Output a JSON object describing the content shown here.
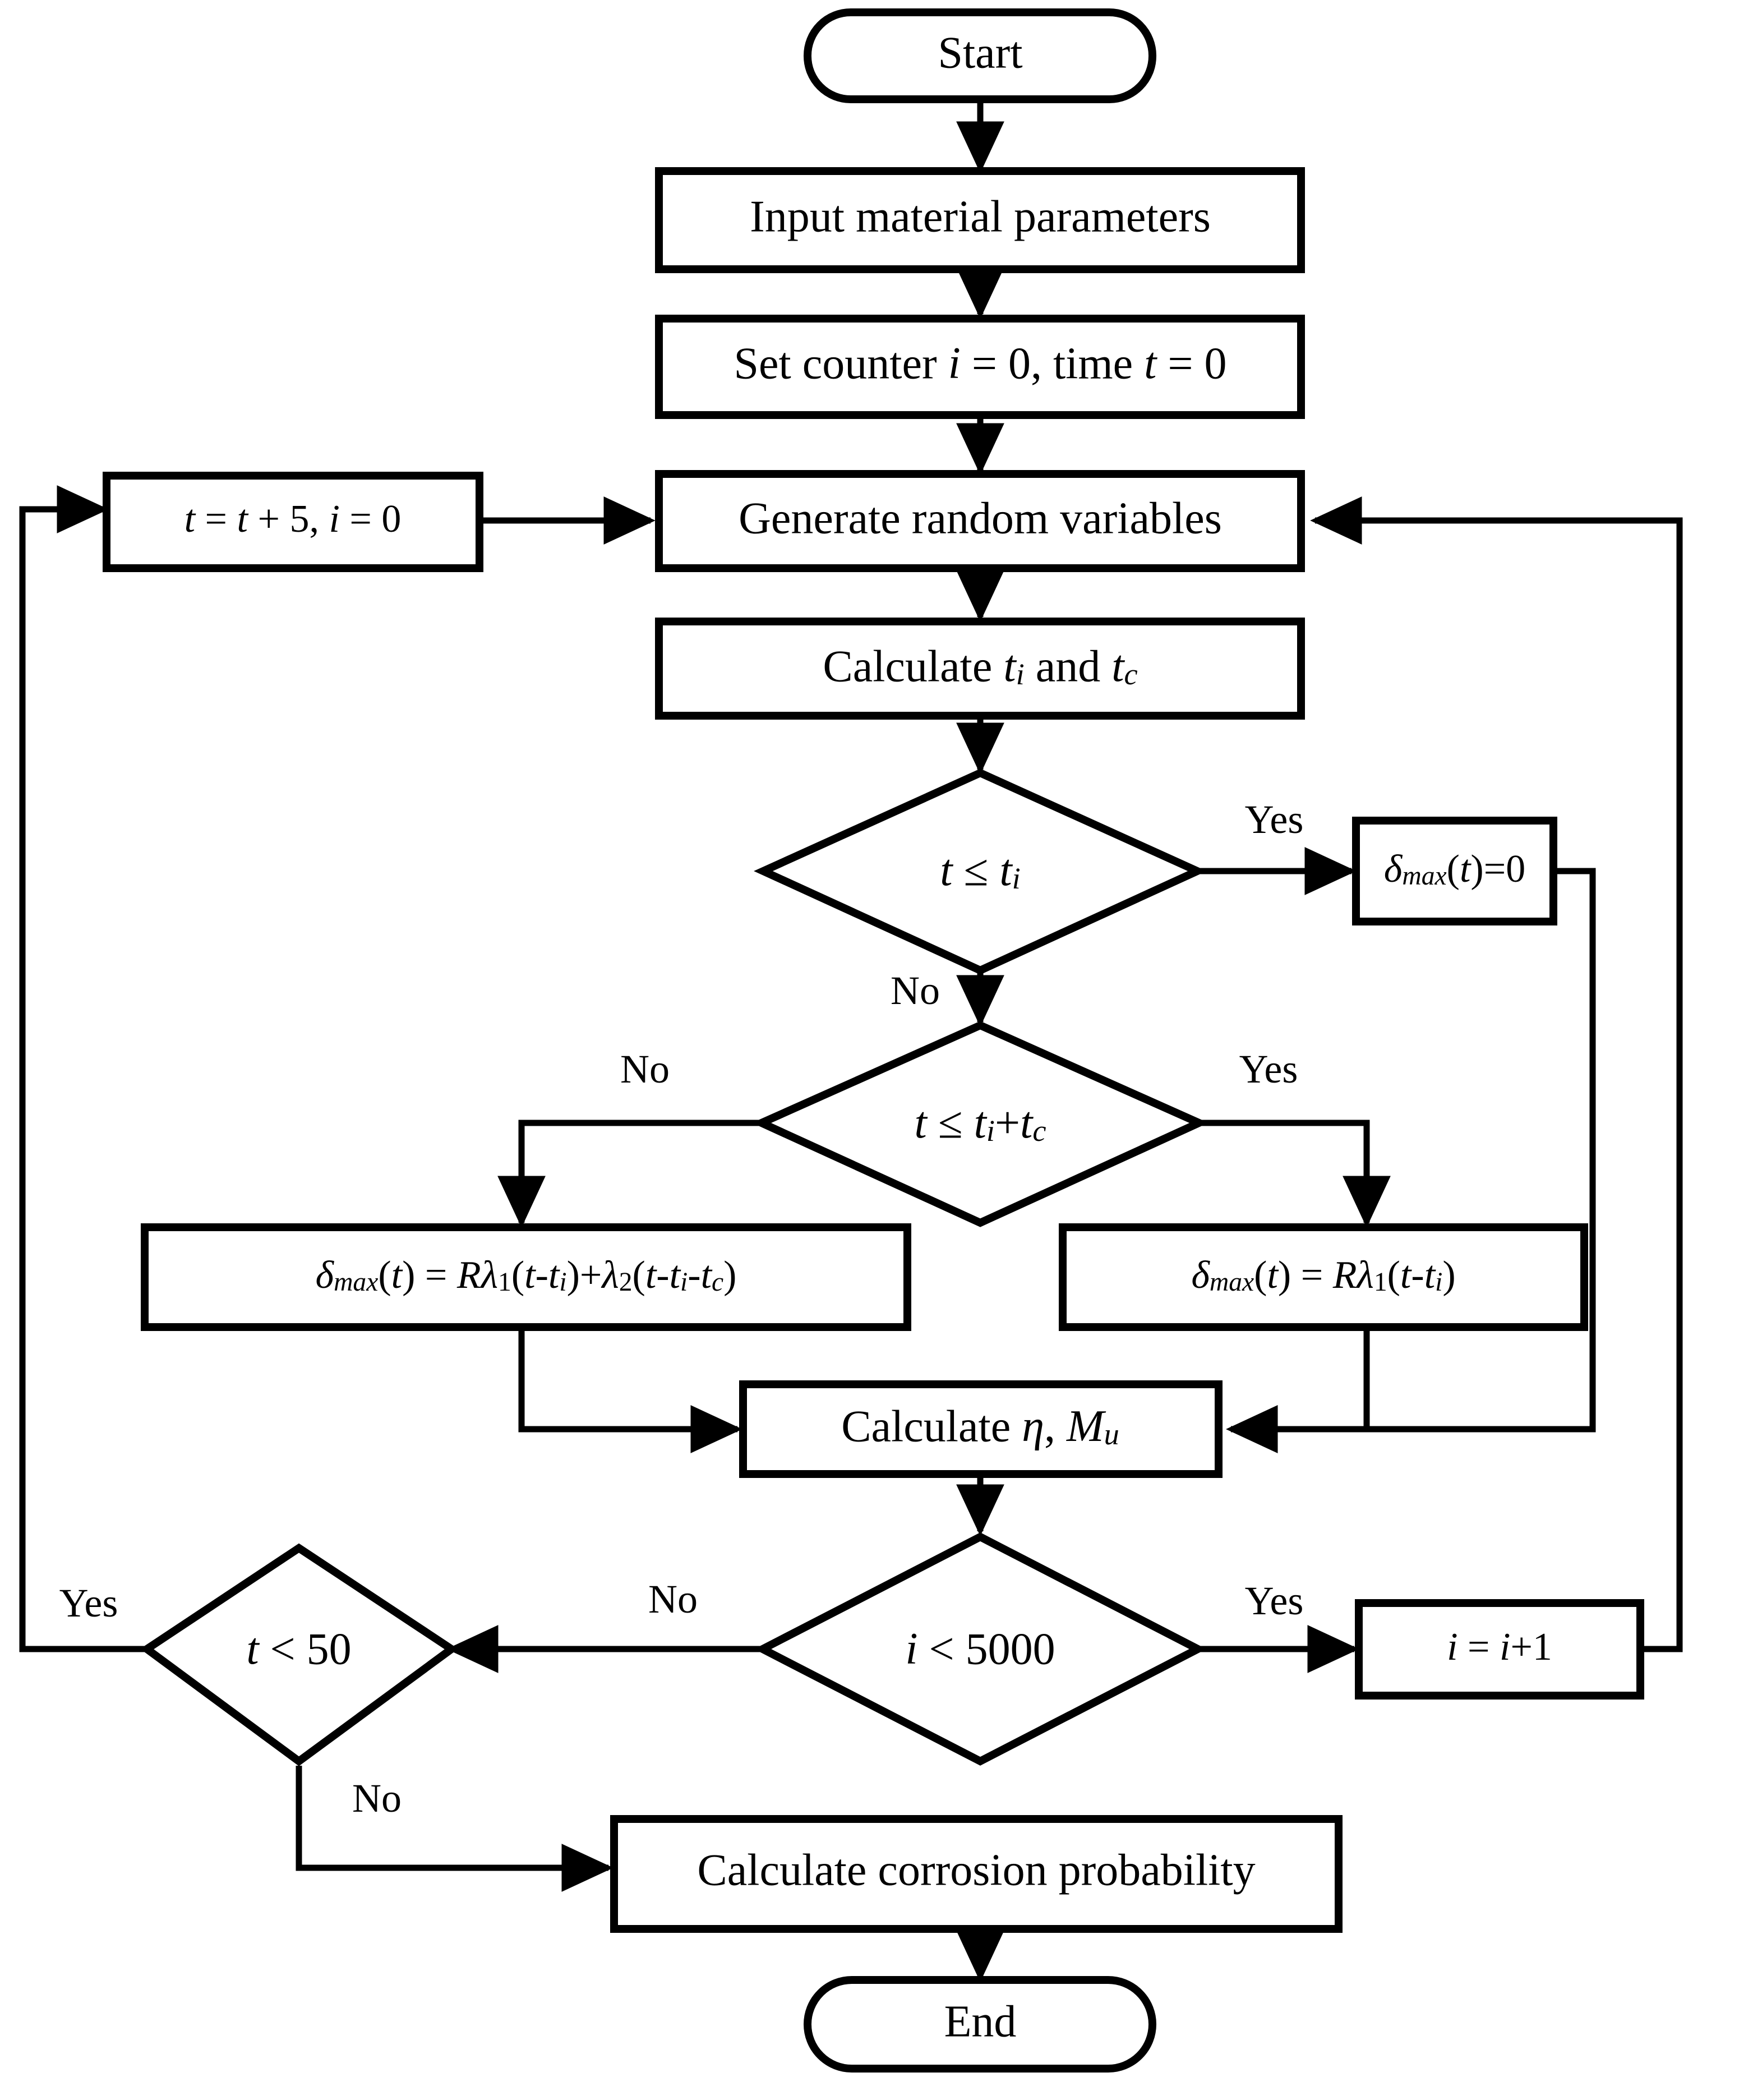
{
  "diagram": {
    "title": "Monte Carlo corrosion probability flowchart",
    "colors": {
      "stroke": "#000000",
      "fill": "#ffffff",
      "text": "#000000"
    },
    "nodes": {
      "start": {
        "label": "Start",
        "shape": "terminator"
      },
      "input": {
        "label": "Input material parameters",
        "shape": "process"
      },
      "setcounter": {
        "label": "Set counter i = 0, time t = 0",
        "shape": "process",
        "parts": [
          "Set counter ",
          "i",
          " = 0, time ",
          "t",
          " = 0"
        ]
      },
      "increment_t": {
        "label": "t = t + 5, i = 0",
        "shape": "process",
        "parts": [
          "t",
          " = ",
          "t",
          " + 5, ",
          "i",
          " = 0"
        ]
      },
      "generate": {
        "label": "Generate random variables",
        "shape": "process"
      },
      "calc_t": {
        "label": "Calculate ti and tc",
        "shape": "process",
        "parts": [
          "Calculate ",
          "t",
          "i",
          " and ",
          "t",
          "c"
        ]
      },
      "dec_ti": {
        "label": "t ≤ ti",
        "shape": "decision",
        "parts": [
          "t",
          " ≤ ",
          "t",
          "i"
        ]
      },
      "delta_zero": {
        "label": "δmax(t)=0",
        "shape": "process",
        "parts": [
          "δ",
          "max",
          "(",
          "t",
          ")=0"
        ]
      },
      "dec_ti_tc": {
        "label": "t ≤ ti+tc",
        "shape": "decision",
        "parts": [
          "t",
          " ≤ ",
          "t",
          "i",
          "+",
          "t",
          "c"
        ]
      },
      "delta_left": {
        "label": "δmax(t) = Rλ1(t-ti)+λ2(t-ti-tc)",
        "shape": "process"
      },
      "delta_right": {
        "label": "δmax(t) = Rλ1(t-ti)",
        "shape": "process"
      },
      "calc_eta": {
        "label": "Calculate η, Mu",
        "shape": "process",
        "parts": [
          "Calculate ",
          "η",
          ", ",
          "M",
          "u"
        ]
      },
      "dec_t50": {
        "label": "t < 50",
        "shape": "decision",
        "parts": [
          "t",
          " < 50"
        ]
      },
      "dec_i5000": {
        "label": "i < 5000",
        "shape": "decision",
        "parts": [
          "i",
          " < 5000"
        ]
      },
      "increment_i": {
        "label": "i = i+1",
        "shape": "process",
        "parts": [
          "i",
          " = ",
          "i",
          "+1"
        ]
      },
      "calc_prob": {
        "label": "Calculate corrosion probability",
        "shape": "process"
      },
      "end": {
        "label": "End",
        "shape": "terminator"
      }
    },
    "edge_labels": {
      "yes_ti": "Yes",
      "no_ti": "No",
      "no_titc": "No",
      "yes_titc": "Yes",
      "yes_t50": "Yes",
      "no_i5000": "No",
      "yes_i5000": "Yes",
      "no_t50": "No"
    }
  }
}
